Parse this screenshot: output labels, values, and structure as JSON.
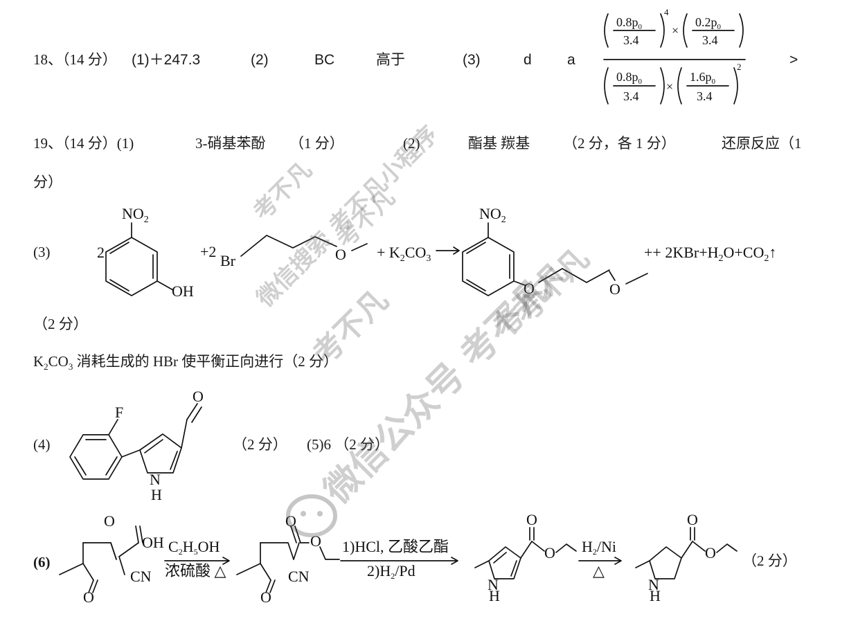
{
  "q18": {
    "num": "18、",
    "score": "（14 分）",
    "p1": "(1)＋247.3",
    "p2": "(2)",
    "p2_ans": "BC",
    "p2_ans2": "高于",
    "p3": "(3)",
    "p3_d": "d",
    "p3_a": "a",
    "num_a": "0.8p",
    "num_a_sub": "0",
    "den": "3.4",
    "exp4": "4",
    "times": "×",
    "num_b": "0.2p",
    "num_c": "0.8p",
    "num_d": "1.6p",
    "exp2": "2",
    "gt": ">"
  },
  "q19": {
    "num": "19、",
    "score": "（14 分）",
    "p1": "(1)",
    "p1_ans": "3-硝基苯酚",
    "p1_score": "（1 分）",
    "p2": "(2)",
    "p2_ans": "酯基  羰基",
    "p2_score": "（2 分，各 1 分）",
    "p2_ans2": "还原反应（1",
    "p2_cont": "分）",
    "p3": "(3)",
    "coef2": "2",
    "plus2": "+",
    "coef2b": "2",
    "br": "Br",
    "o": "O",
    "plus_k2co3": "+ K",
    "k2co3_sub": "2",
    "k2co3_co": "CO",
    "k2co3_sub3": "3",
    "arrow": "→",
    "products": "++ 2KBr+H",
    "products_h2": "2",
    "products_o": "O+CO",
    "products_co2": "2",
    "up": "↑",
    "no2_n": "NO",
    "no2_sub": "2",
    "oh": "OH",
    "p3_score": "（2 分）",
    "k2co3_line": "消耗生成的 HBr 使平衡正向进行（2 分）",
    "k2co3_k": "K",
    "k2co3_k2": "2",
    "k2co3_co_l": "CO",
    "k2co3_3": "3",
    "p4": "(4)",
    "f": "F",
    "nh_n": "N",
    "nh_h": "H",
    "p4_score": "（2 分）",
    "p5": "(5)6  （2 分）",
    "p6": "(6)",
    "oh_acid": "OH",
    "cn": "CN",
    "r1_top": "C",
    "r1_top_sub": "2",
    "r1_top_h": "H",
    "r1_top_sub5": "5",
    "r1_top_oh": "OH",
    "r1_bot": "浓硫酸 △",
    "r2_top": "1)HCl, 乙酸乙酯",
    "r2_bot": "2)H",
    "r2_bot_sub": "2",
    "r2_bot_pd": "/Pd",
    "r3_top": "H",
    "r3_top_sub": "2",
    "r3_top_ni": "/Ni",
    "r3_bot": "△",
    "p6_score": "（2 分）"
  },
  "watermarks": [
    "考不凡",
    "考不凡",
    "微信搜索 考不凡小程序",
    "考不凡",
    "考不凡",
    "考不凡",
    "微信公众号 考不凡"
  ]
}
